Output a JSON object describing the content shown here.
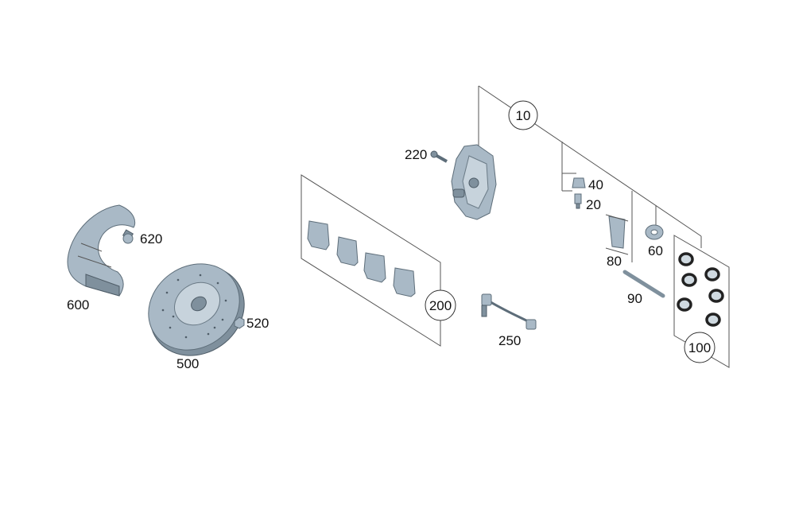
{
  "callouts": {
    "c10": "10",
    "c20": "20",
    "c40": "40",
    "c60": "60",
    "c80": "80",
    "c90": "90",
    "c100": "100",
    "c200": "200",
    "c220": "220",
    "c250": "250",
    "c500": "500",
    "c520": "520",
    "c600": "600",
    "c620": "620"
  },
  "colors": {
    "part": "#a9b9c6",
    "outline": "#5d6d79",
    "leader": "#555555"
  }
}
